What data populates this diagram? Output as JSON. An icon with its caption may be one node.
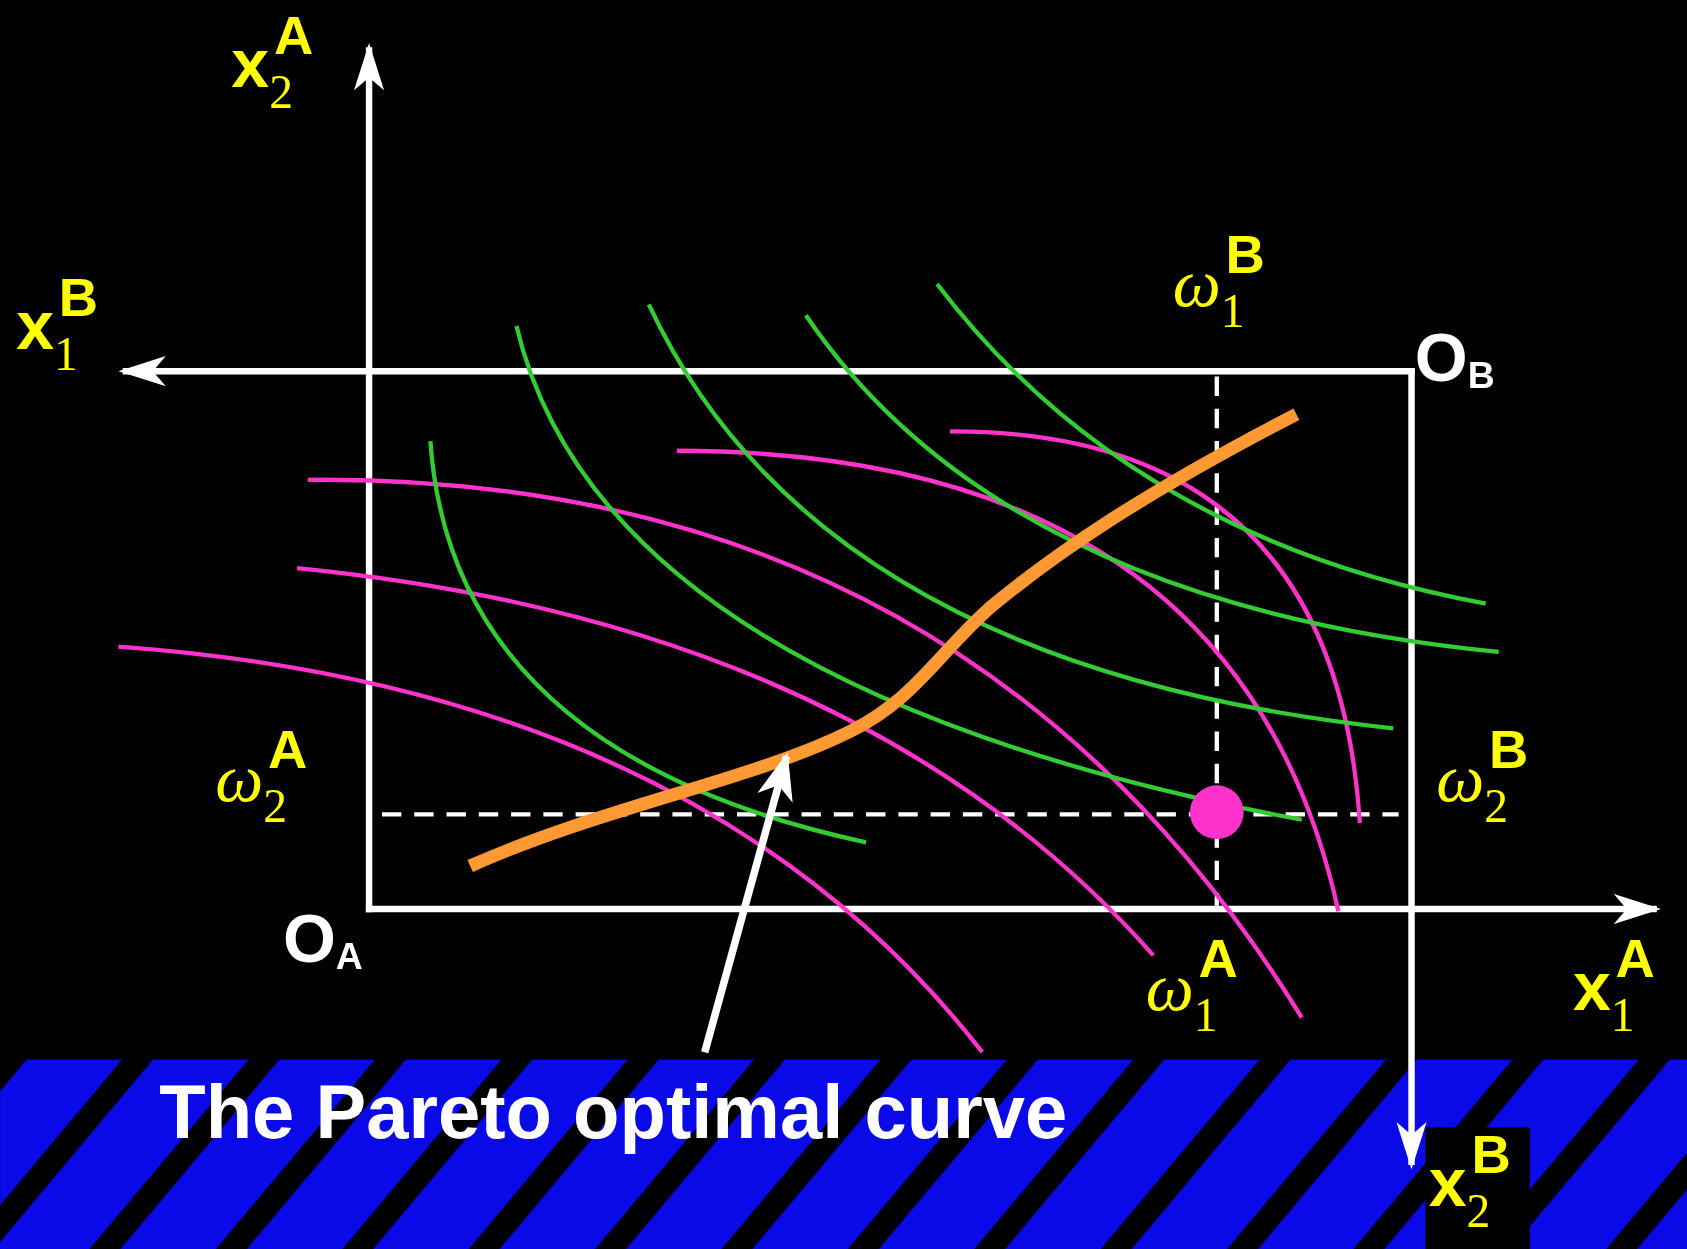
{
  "diagram": {
    "nodes": [
      {
        "text": [
          "The Pareto optimal curve"
        ]
      },
      {
        "text": [],
        "shape": "curve"
      }
    ],
    "edges": [
      {
        "from": 0,
        "to": 1,
        "arrow": "to"
      }
    ],
    "labels": [
      "x$_{2}$$^{A}$",
      "ω$_{1}$$^{B}$",
      "x$_{1}$$^{B}$",
      "O$_{B}$",
      "ω$_{2}$$^{A}$",
      "ω$_{2}$$^{B}$",
      "O$_{A}$",
      "ω$_{1}$$^{A}$",
      "x$_{1}$$^{A}$",
      "x$_{2}$$^{B}$"
    ]
  }
}
